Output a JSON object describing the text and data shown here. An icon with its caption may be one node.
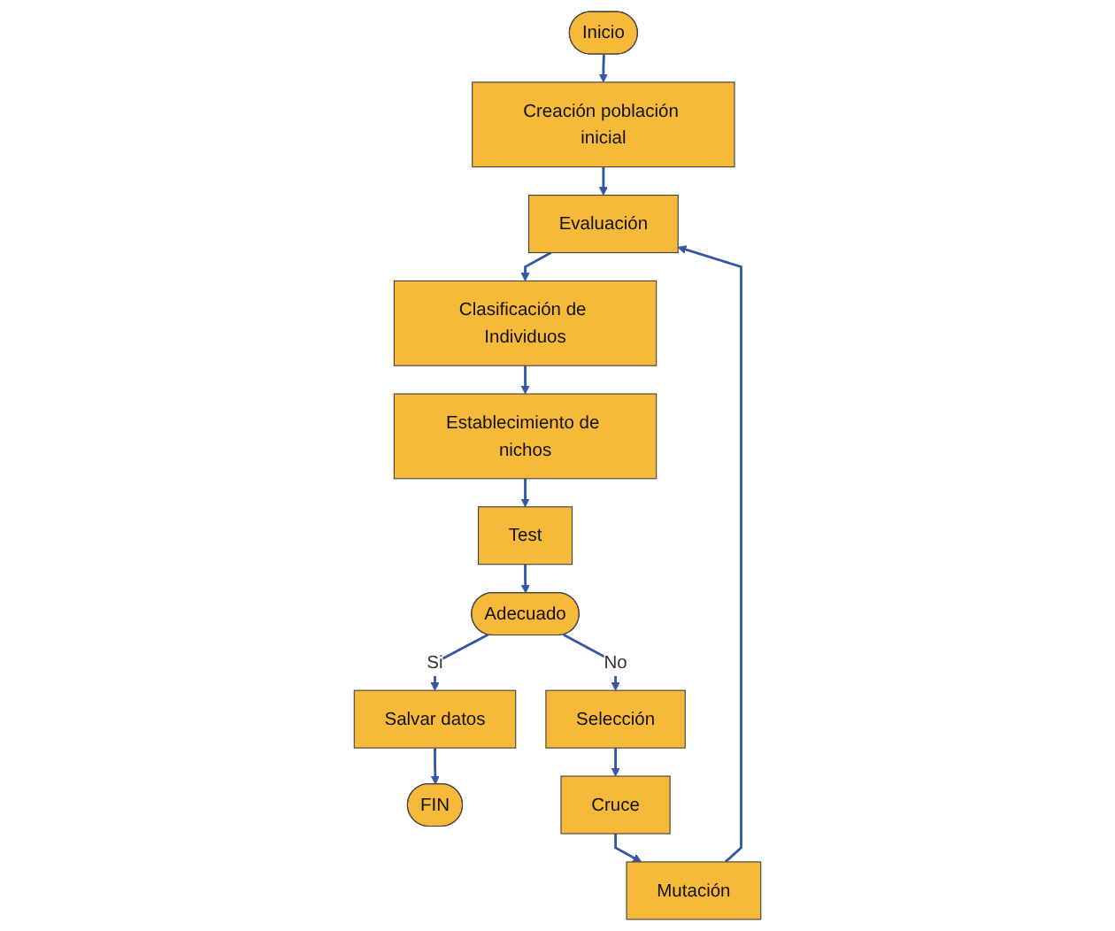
{
  "diagram": {
    "nodes": [
      {
        "text": [
          "Inicio"
        ]
      },
      {
        "text": [
          "Creación población inicial"
        ]
      },
      {
        "text": [
          "Evaluación"
        ]
      },
      {
        "text": [
          "Clasificación de Individuos"
        ]
      },
      {
        "text": [
          "Establecimiento de nichos"
        ]
      },
      {
        "text": [
          "Test"
        ]
      },
      {
        "text": [
          "Adecuado"
        ]
      },
      {
        "text": [
          "Salvar datos"
        ]
      },
      {
        "text": [
          "FIN"
        ]
      },
      {
        "text": [
          "Selección"
        ]
      },
      {
        "text": [
          "Cruce"
        ]
      },
      {
        "text": [
          "Mutación"
        ]
      }
    ],
    "edges": [
      {
        "from": 0,
        "to": 1,
        "arrow": "to"
      },
      {
        "from": 1,
        "to": 2,
        "arrow": "to"
      },
      {
        "from": 2,
        "to": 3,
        "arrow": "to"
      },
      {
        "from": 3,
        "to": 4,
        "arrow": "to"
      },
      {
        "from": 4,
        "to": 5,
        "arrow": "to"
      },
      {
        "from": 5,
        "to": 6,
        "arrow": "to"
      },
      {
        "from": 6,
        "to": 7,
        "label": "Si",
        "arrow": "to"
      },
      {
        "from": 7,
        "to": 8,
        "arrow": "to"
      },
      {
        "from": 6,
        "to": 9,
        "label": "No",
        "arrow": "to"
      },
      {
        "from": 9,
        "to": 10,
        "arrow": "to"
      },
      {
        "from": 10,
        "to": 11,
        "arrow": "to"
      },
      {
        "from": 11,
        "to": 2,
        "arrow": "to"
      }
    ]
  }
}
